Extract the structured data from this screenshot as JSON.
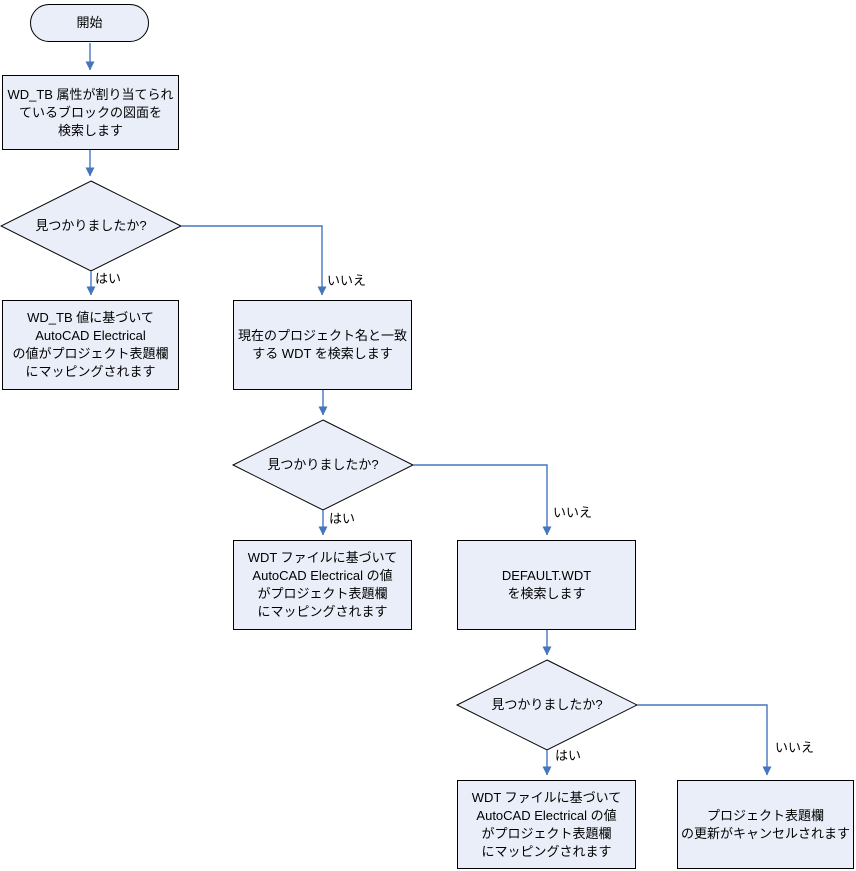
{
  "diagram": {
    "type": "flowchart",
    "nodes": {
      "start": "開始",
      "search_wdtb_drawings": "WD_TB 属性が割り当てられ\nているブロックの図面を\n検索します",
      "found1": "見つかりましたか?",
      "map_wdtb_value": "WD_TB 値に基づいて\nAutoCAD Electrical\nの値がプロジェクト表題欄\nにマッピングされます",
      "search_project_wdt": "現在のプロジェクト名と一致\nする WDT を検索します",
      "found2": "見つかりましたか?",
      "map_wdt_file_1": "WDT ファイルに基づいて\nAutoCAD Electrical の値\nがプロジェクト表題欄\nにマッピングされます",
      "search_default_wdt": "DEFAULT.WDT\nを検索します",
      "found3": "見つかりましたか?",
      "map_wdt_file_2": "WDT ファイルに基づいて\nAutoCAD Electrical の値\nがプロジェクト表題欄\nにマッピングされます",
      "update_cancelled": "プロジェクト表題欄\nの更新がキャンセルされます"
    },
    "edge_labels": {
      "yes1": "はい",
      "no1": "いいえ",
      "yes2": "はい",
      "no2": "いいえ",
      "yes3": "はい",
      "no3": "いいえ"
    },
    "colors": {
      "node_fill": "#e9eef8",
      "node_border": "#000000",
      "connector": "#4576bd",
      "background": "#ffffff"
    }
  }
}
